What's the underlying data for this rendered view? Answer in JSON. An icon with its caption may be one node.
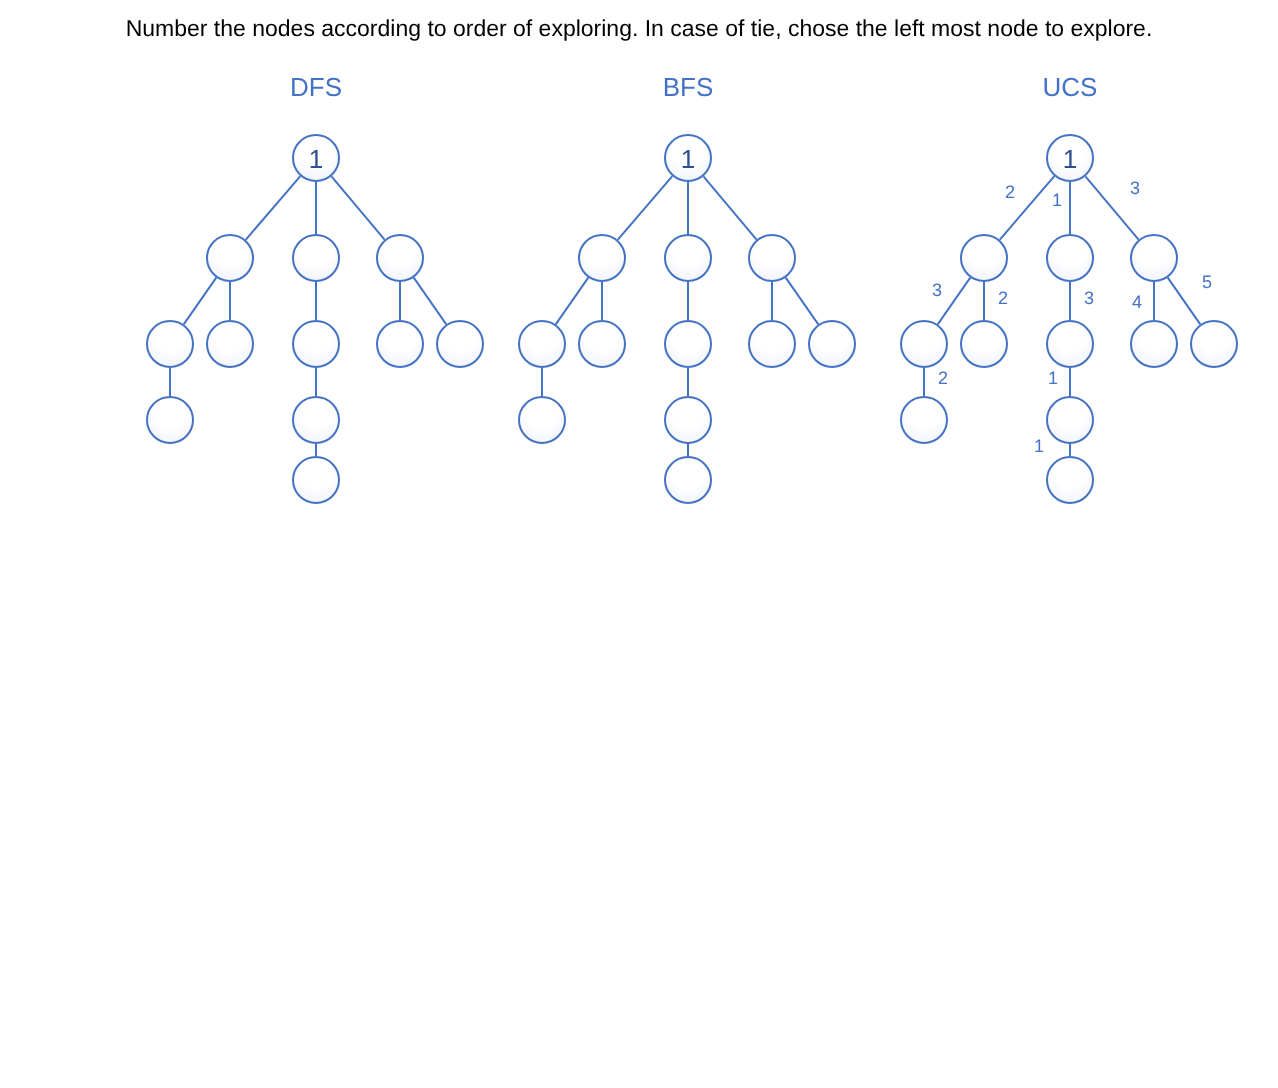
{
  "diagram": {
    "title": "Number the nodes according to order of exploring. In case of tie, chose the left most node to explore.",
    "nodes": [
      {
        "text": [
          "1"
        ]
      },
      {
        "text": [],
        "shape": "circle"
      },
      {
        "text": [],
        "shape": "circle"
      },
      {
        "text": [],
        "shape": "circle"
      },
      {
        "text": [],
        "shape": "circle"
      },
      {
        "text": [],
        "shape": "circle"
      },
      {
        "text": [],
        "shape": "circle"
      },
      {
        "text": [],
        "shape": "circle"
      },
      {
        "text": [],
        "shape": "circle"
      },
      {
        "text": [],
        "shape": "circle"
      },
      {
        "text": [],
        "shape": "circle"
      },
      {
        "text": [],
        "shape": "circle"
      },
      {
        "text": [
          "1"
        ]
      },
      {
        "text": [],
        "shape": "circle"
      },
      {
        "text": [],
        "shape": "circle"
      },
      {
        "text": [],
        "shape": "circle"
      },
      {
        "text": [],
        "shape": "circle"
      },
      {
        "text": [],
        "shape": "circle"
      },
      {
        "text": [],
        "shape": "circle"
      },
      {
        "text": [],
        "shape": "circle"
      },
      {
        "text": [],
        "shape": "circle"
      },
      {
        "text": [],
        "shape": "circle"
      },
      {
        "text": [],
        "shape": "circle"
      },
      {
        "text": [],
        "shape": "circle"
      },
      {
        "text": [
          "1"
        ]
      },
      {
        "text": [],
        "shape": "circle"
      },
      {
        "text": [],
        "shape": "circle"
      },
      {
        "text": [],
        "shape": "circle"
      },
      {
        "text": [],
        "shape": "circle"
      },
      {
        "text": [],
        "shape": "circle"
      },
      {
        "text": [],
        "shape": "circle"
      },
      {
        "text": [],
        "shape": "circle"
      },
      {
        "text": [],
        "shape": "circle"
      },
      {
        "text": [],
        "shape": "circle"
      },
      {
        "text": [],
        "shape": "circle"
      },
      {
        "text": [],
        "shape": "circle"
      }
    ],
    "edges": [
      {
        "from": 0,
        "to": 1,
        "arrow": "none"
      },
      {
        "from": 0,
        "to": 2,
        "arrow": "none"
      },
      {
        "from": 0,
        "to": 3,
        "arrow": "none"
      },
      {
        "from": 1,
        "to": 4,
        "arrow": "none"
      },
      {
        "from": 1,
        "to": 5,
        "arrow": "none"
      },
      {
        "from": 2,
        "to": 6,
        "arrow": "none"
      },
      {
        "from": 3,
        "to": 7,
        "arrow": "none"
      },
      {
        "from": 3,
        "to": 8,
        "arrow": "none"
      },
      {
        "from": 4,
        "to": 9,
        "arrow": "none"
      },
      {
        "from": 6,
        "to": 10,
        "arrow": "none"
      },
      {
        "from": 10,
        "to": 11,
        "arrow": "none"
      },
      {
        "from": 12,
        "to": 13,
        "arrow": "none"
      },
      {
        "from": 12,
        "to": 14,
        "arrow": "none"
      },
      {
        "from": 12,
        "to": 15,
        "arrow": "none"
      },
      {
        "from": 13,
        "to": 16,
        "arrow": "none"
      },
      {
        "from": 13,
        "to": 17,
        "arrow": "none"
      },
      {
        "from": 14,
        "to": 18,
        "arrow": "none"
      },
      {
        "from": 15,
        "to": 19,
        "arrow": "none"
      },
      {
        "from": 15,
        "to": 20,
        "arrow": "none"
      },
      {
        "from": 16,
        "to": 21,
        "arrow": "none"
      },
      {
        "from": 18,
        "to": 22,
        "arrow": "none"
      },
      {
        "from": 22,
        "to": 23,
        "arrow": "none"
      },
      {
        "from": 24,
        "to": 25,
        "arrow": "none",
        "label": "2"
      },
      {
        "from": 24,
        "to": 26,
        "arrow": "none",
        "label": "1"
      },
      {
        "from": 24,
        "to": 27,
        "arrow": "none",
        "label": "3"
      },
      {
        "from": 25,
        "to": 28,
        "arrow": "none",
        "label": "3"
      },
      {
        "from": 25,
        "to": 29,
        "arrow": "none",
        "label": "2"
      },
      {
        "from": 26,
        "to": 30,
        "arrow": "none",
        "label": "3"
      },
      {
        "from": 27,
        "to": 31,
        "arrow": "none",
        "label": "4"
      },
      {
        "from": 27,
        "to": 32,
        "arrow": "none",
        "label": "5"
      },
      {
        "from": 28,
        "to": 33,
        "arrow": "none",
        "label": "2"
      },
      {
        "from": 30,
        "to": 34,
        "arrow": "none",
        "label": "1"
      },
      {
        "from": 34,
        "to": 35,
        "arrow": "none",
        "label": "1"
      }
    ],
    "labels": [
      "DFS",
      "BFS",
      "UCS"
    ]
  }
}
